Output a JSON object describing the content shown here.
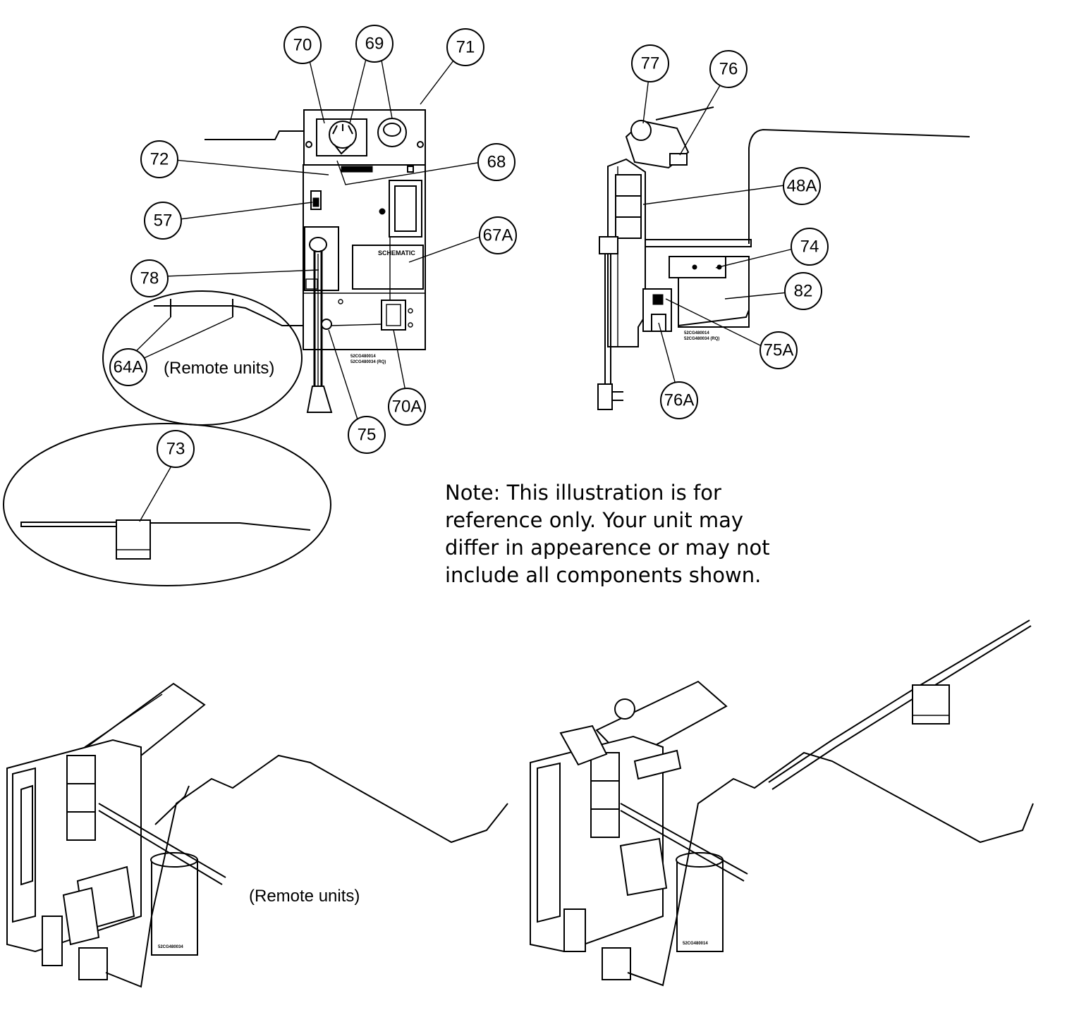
{
  "note": {
    "lines": [
      "Note: This illustration is for",
      "reference only. Your unit may",
      "differ in appearence or may not",
      "include all components shown."
    ]
  },
  "captions": {
    "remote_units_top": "(Remote units)",
    "remote_units_bottom": "(Remote units)"
  },
  "panel_labels": {
    "schematic": "SCHEMATIC",
    "model_front_1": "52CG480014",
    "model_front_2": "52CG480034 (RQ)",
    "model_side_1": "52CG480014",
    "model_side_2": "52CG480034 (RQ)",
    "capacitor_left": "52CG480034",
    "capacitor_right": "52CG480014"
  },
  "callouts": {
    "c70": "70",
    "c69": "69",
    "c71": "71",
    "c72": "72",
    "c68": "68",
    "c57": "57",
    "c67a": "67A",
    "c78": "78",
    "c64a": "64A",
    "c70a": "70A",
    "c75": "75",
    "c73": "73",
    "c77": "77",
    "c76": "76",
    "c48a": "48A",
    "c74": "74",
    "c82": "82",
    "c75a": "75A",
    "c76a": "76A"
  }
}
